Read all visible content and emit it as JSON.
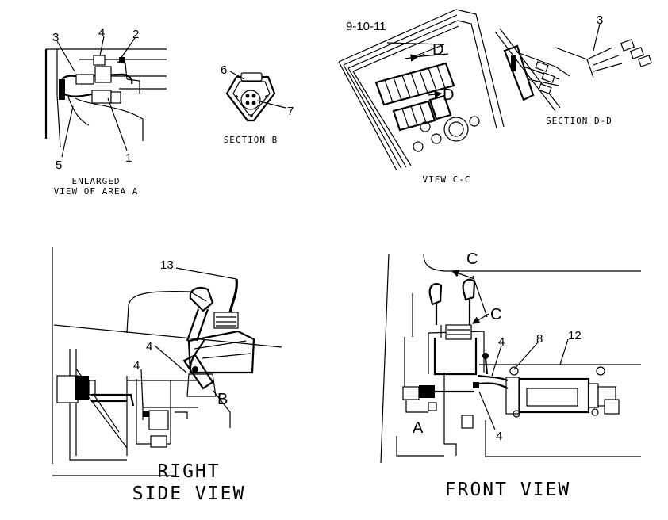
{
  "views": {
    "enlarged_area_a": {
      "caption_line1": "ENLARGED",
      "caption_line2": "VIEW OF AREA A"
    },
    "section_b": {
      "caption": "SECTION B"
    },
    "view_cc": {
      "caption": "VIEW C-C"
    },
    "section_dd": {
      "caption": "SECTION D-D"
    },
    "right_side": {
      "caption_line1": "RIGHT",
      "caption_line2": "SIDE VIEW"
    },
    "front": {
      "caption": "FRONT VIEW"
    }
  },
  "callouts": {
    "enlarged": {
      "c1": "1",
      "c2": "2",
      "c3": "3",
      "c4": "4",
      "c5": "5"
    },
    "section_b": {
      "c6": "6",
      "c7": "7"
    },
    "view_cc": {
      "c9_10_11": "9-10-11"
    },
    "section_dd": {
      "c3": "3"
    },
    "right_side": {
      "c13": "13",
      "c4a": "4",
      "c4b": "4"
    },
    "front": {
      "c4a": "4",
      "c4b": "4",
      "c8": "8",
      "c12": "12"
    }
  },
  "section_markers": {
    "d_upper": "D",
    "d_lower": "D",
    "c_upper": "C",
    "c_lower": "C",
    "b": "B",
    "a": "A"
  }
}
